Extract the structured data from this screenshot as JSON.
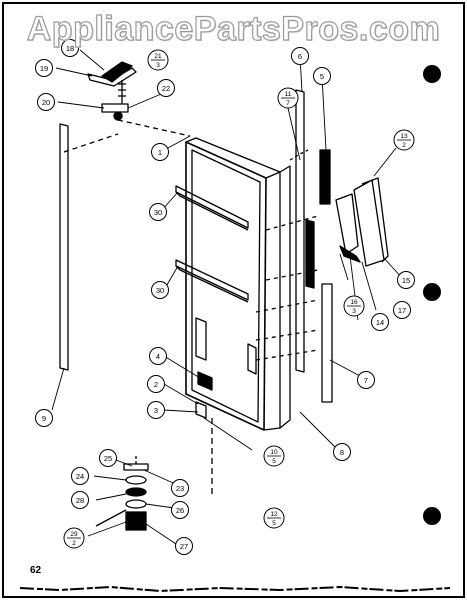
{
  "watermark": "AppliancePartsPros.com",
  "page_number": "62",
  "callouts": {
    "c1": "1",
    "c2": "2",
    "c3": "3",
    "c4": "4",
    "c5": "5",
    "c6": "6",
    "c7": "7",
    "c8": "8",
    "c9": "9",
    "c14": "14",
    "c15": "15",
    "c17": "17",
    "c18": "18",
    "c19": "19",
    "c20": "20",
    "c22": "22",
    "c23": "23",
    "c24": "24",
    "c25": "25",
    "c26": "26",
    "c27": "27",
    "c28": "28",
    "c30a": "30",
    "c30b": "30",
    "f11_top": "11",
    "f11_bot": "7",
    "f13_top": "13",
    "f13_bot": "2",
    "f16_top": "16",
    "f16_bot": "3",
    "f21_top": "21",
    "f21_bot": "3",
    "f10_top": "10",
    "f10_bot": "5",
    "f12_top": "12",
    "f12_bot": "5",
    "f29_top": "29",
    "f29_bot": "2"
  },
  "colors": {
    "ink": "#000000",
    "watermark": "#9a9a9a"
  }
}
